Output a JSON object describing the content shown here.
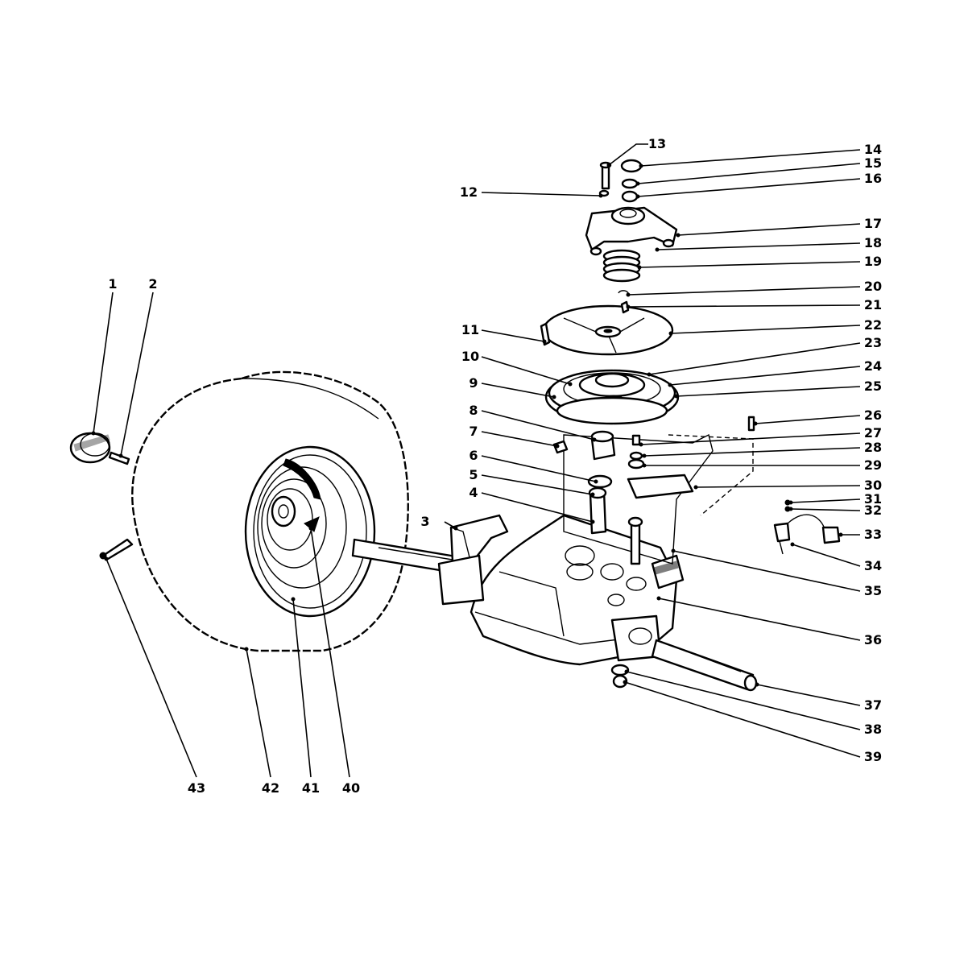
{
  "labels": {
    "1": "1",
    "2": "2",
    "3": "3",
    "4": "4",
    "5": "5",
    "6": "6",
    "7": "7",
    "8": "8",
    "9": "9",
    "10": "10",
    "11": "11",
    "12": "12",
    "13": "13",
    "14": "14",
    "15": "15",
    "16": "16",
    "17": "17",
    "18": "18",
    "19": "19",
    "20": "20",
    "21": "21",
    "22": "22",
    "23": "23",
    "24": "24",
    "25": "25",
    "26": "26",
    "27": "27",
    "28": "28",
    "29": "29",
    "30": "30",
    "31": "31",
    "32": "32",
    "33": "33",
    "34": "34",
    "35": "35",
    "36": "36",
    "37": "37",
    "38": "38",
    "39": "39",
    "40": "40",
    "41": "41",
    "42": "42",
    "43": "43"
  }
}
